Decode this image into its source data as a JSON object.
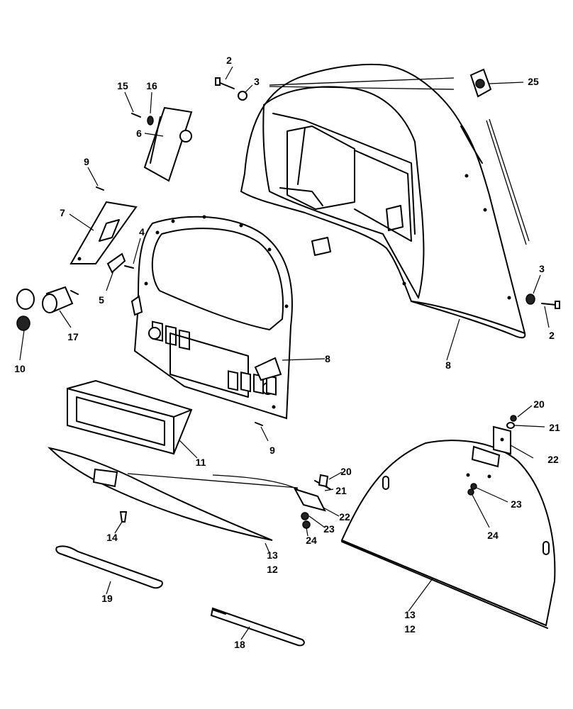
{
  "callouts": [
    {
      "id": "c2a",
      "text": "2"
    },
    {
      "id": "c3a",
      "text": "3"
    },
    {
      "id": "c25",
      "text": "25"
    },
    {
      "id": "c15",
      "text": "15"
    },
    {
      "id": "c16",
      "text": "16"
    },
    {
      "id": "c6",
      "text": "6"
    },
    {
      "id": "c9a",
      "text": "9"
    },
    {
      "id": "c7",
      "text": "7"
    },
    {
      "id": "c4",
      "text": "4"
    },
    {
      "id": "c5",
      "text": "5"
    },
    {
      "id": "c17",
      "text": "17"
    },
    {
      "id": "c10",
      "text": "10"
    },
    {
      "id": "c3b",
      "text": "3"
    },
    {
      "id": "c2b",
      "text": "2"
    },
    {
      "id": "c8a",
      "text": "8"
    },
    {
      "id": "c8b",
      "text": "8"
    },
    {
      "id": "c9b",
      "text": "9"
    },
    {
      "id": "c11",
      "text": "11"
    },
    {
      "id": "c20a",
      "text": "20"
    },
    {
      "id": "c21a",
      "text": "21"
    },
    {
      "id": "c22a",
      "text": "22"
    },
    {
      "id": "c23a",
      "text": "23"
    },
    {
      "id": "c24a",
      "text": "24"
    },
    {
      "id": "c20b",
      "text": "20"
    },
    {
      "id": "c21b",
      "text": "21"
    },
    {
      "id": "c22b",
      "text": "22"
    },
    {
      "id": "c23b",
      "text": "23"
    },
    {
      "id": "c24b",
      "text": "24"
    },
    {
      "id": "c14",
      "text": "14"
    },
    {
      "id": "c13a",
      "text": "13"
    },
    {
      "id": "c12a",
      "text": "12"
    },
    {
      "id": "c19",
      "text": "19"
    },
    {
      "id": "c18",
      "text": "18"
    },
    {
      "id": "c13b",
      "text": "13"
    },
    {
      "id": "c12b",
      "text": "12"
    }
  ]
}
